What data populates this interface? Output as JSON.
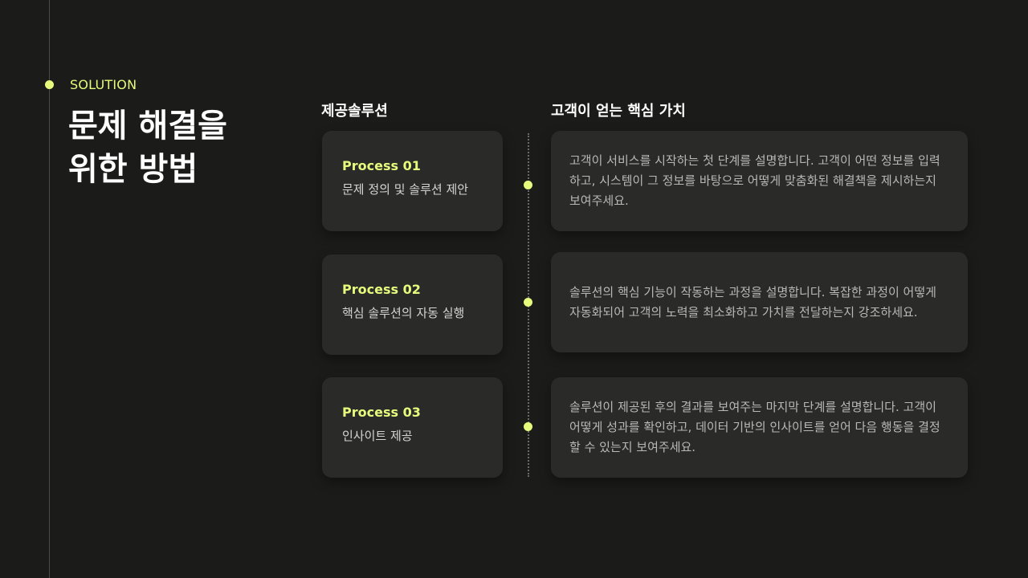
{
  "header": {
    "eyebrow": "SOLUTION",
    "title_line1": "문제 해결을",
    "title_line2": "위한 방법"
  },
  "columns": {
    "left_heading": "제공솔루션",
    "right_heading": "고객이 얻는 핵심 가치"
  },
  "rows": [
    {
      "process": "Process 01",
      "subtitle": "문제 정의 및 솔루션 제안",
      "description": "고객이 서비스를 시작하는 첫 단계를 설명합니다. 고객이 어떤 정보를 입력하고, 시스템이 그 정보를 바탕으로 어떻게 맞춤화된 해결책을 제시하는지 보여주세요."
    },
    {
      "process": "Process 02",
      "subtitle": "핵심 솔루션의 자동 실행",
      "description": "솔루션의 핵심 기능이 작동하는 과정을 설명합니다. 복잡한 과정이 어떻게 자동화되어 고객의 노력을 최소화하고 가치를 전달하는지 강조하세요."
    },
    {
      "process": "Process 03",
      "subtitle": "인사이트 제공",
      "description": "솔루션이 제공된 후의 결과를 보여주는 마지막 단계를 설명합니다. 고객이 어떻게 성과를 확인하고, 데이터 기반의 인사이트를 얻어 다음 행동을 결정할 수 있는지 보여주세요."
    }
  ],
  "colors": {
    "accent": "#e6fb7c",
    "background": "#1b1b1a",
    "card": "#2a2a29"
  }
}
